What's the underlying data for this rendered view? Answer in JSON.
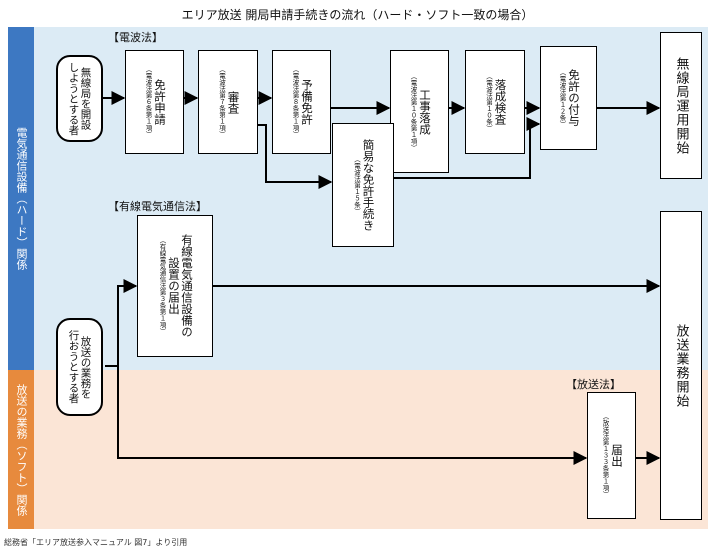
{
  "title": "エリア放送 開局申請手続きの流れ（ハード・ソフト一致の場合）",
  "credit": "総務省「エリア放送参入マニュアル 図7」より引用",
  "bands": {
    "hard": "電気通信設備（ハード）関係",
    "soft": "放送の業務（ソフト）関係"
  },
  "colors": {
    "hard_band": "#3d78c2",
    "hard_bg": "#dcebf5",
    "soft_band": "#e78a3d",
    "soft_bg": "#fbe5d6"
  },
  "laws": {
    "radio": "【電波法】",
    "wired": "【有線電気通信法】",
    "broadcast": "【放送法】"
  },
  "actors": {
    "station": [
      "無線局を開設",
      "しようとする者"
    ],
    "broadcaster": [
      "放送の業務を",
      "行おうとする者"
    ]
  },
  "steps": {
    "license_application": {
      "label": "免許申請",
      "ref": "（電波法第６条第１項）"
    },
    "examination": {
      "label": "審査",
      "ref": "（電波法第７条第１項）"
    },
    "preliminary_license": {
      "label": "予備免許",
      "ref": "（電波法第８条第１項）"
    },
    "construction_completion": {
      "label": "工事落成",
      "ref": "（電波法第１０条第１項）"
    },
    "completion_inspection": {
      "label": "落成検査",
      "ref": "（電波法第１０条）"
    },
    "license_grant": {
      "label": "免許の付与",
      "ref": "（電波法第１２条）"
    },
    "simplified_procedure": {
      "label": "簡易な免許手続き",
      "ref": "（電波法第１５条）"
    },
    "wired_notification": {
      "lines": [
        "有線電気通信設備の",
        "設置の届出"
      ],
      "ref": "（有線電気通信法第３条第１項）"
    },
    "broadcast_notification": {
      "label": "届出",
      "ref": "（放送法第１３３条第１項）"
    }
  },
  "outcomes": {
    "radio_operation": "無線局運用開始",
    "broadcast_start": "放送業務開始"
  }
}
